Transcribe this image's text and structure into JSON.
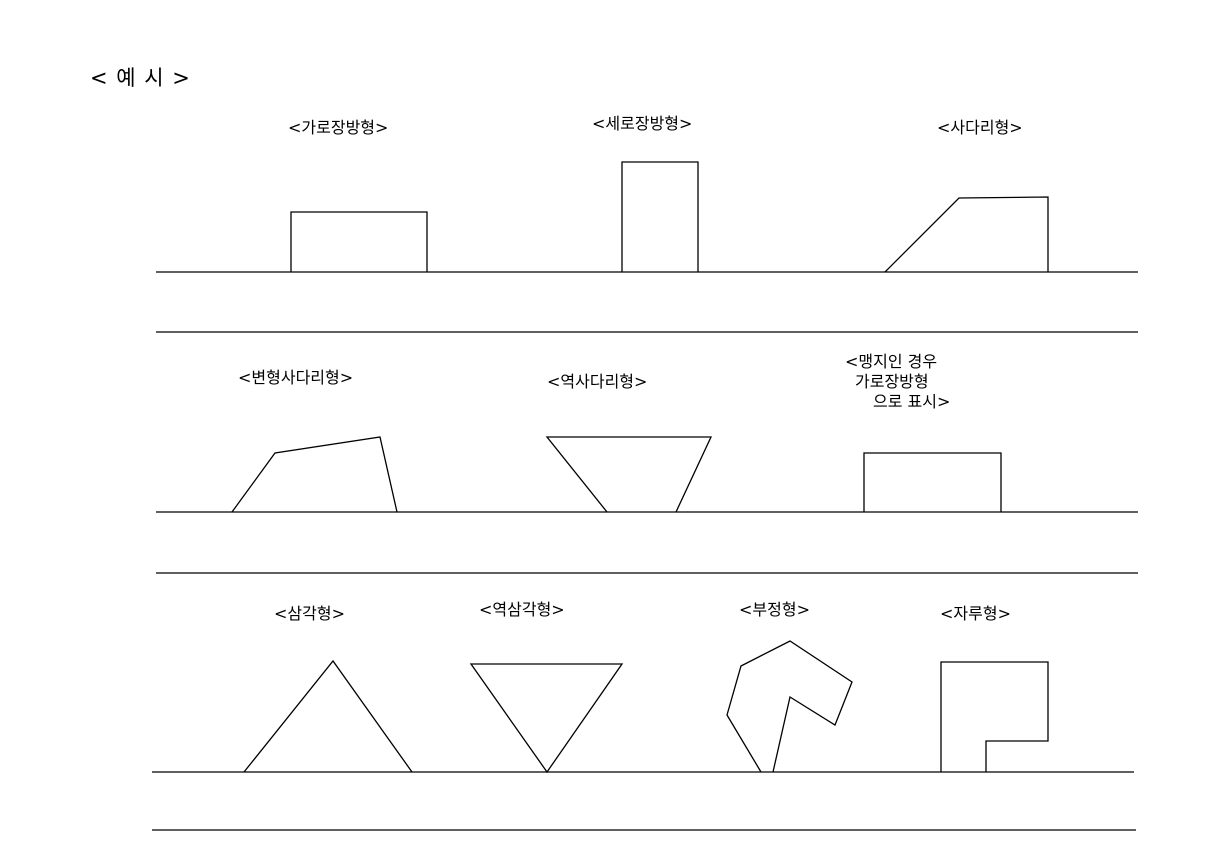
{
  "title": "< 예 시 >",
  "shapes": {
    "horizontal_rectangle": "<가로장방형>",
    "vertical_rectangle": "<세로장방형>",
    "trapezoid": "<사다리형>",
    "irregular_trapezoid": "<변형사다리형>",
    "inverted_trapezoid": "<역사다리형>",
    "blind_lot": [
      "<맹지인 경우",
      "가로장방형",
      "으로 표시>"
    ],
    "triangle": "<삼각형>",
    "inverted_triangle": "<역삼각형>",
    "irregular": "<부정형>",
    "bag_shape": "<자루형>"
  }
}
